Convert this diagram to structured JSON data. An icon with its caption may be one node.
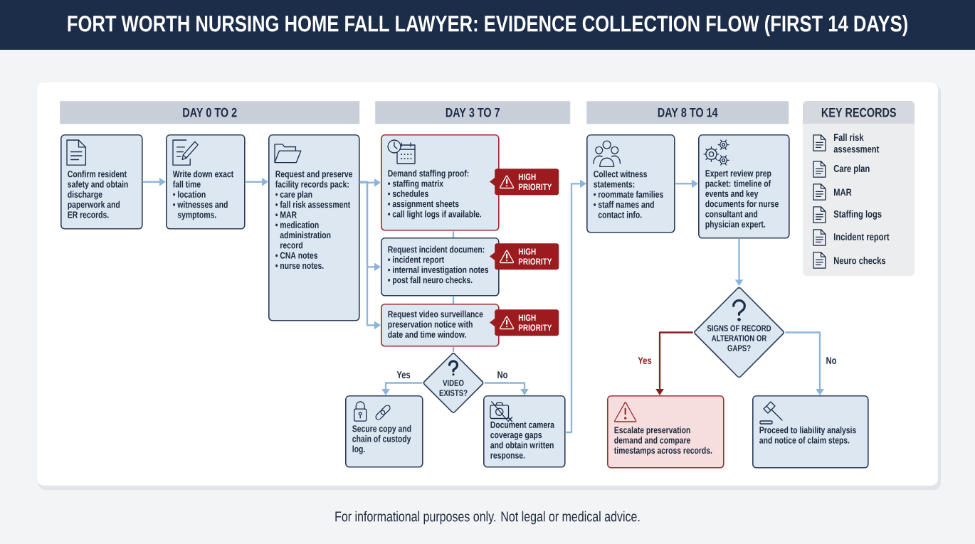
{
  "diagram": {
    "title": "FORT WORTH NURSING HOME FALL LAWYER: EVIDENCE COLLECTION FLOW (FIRST 14 DAYS)",
    "nodes": [
      {
        "text": [
          "DAY 0 TO 2"
        ]
      },
      {
        "text": [
          "DAY 3 TO 7"
        ]
      },
      {
        "text": [
          "DAY 8 TO 14"
        ]
      },
      {
        "text": [
          "KEY RECORDS",
          "Fall risk assessment",
          "Care plan",
          "MAR",
          "Staffing logs",
          "Incident report",
          "Neuro checks"
        ]
      },
      {
        "text": [
          "Confirm resident safety and obtain discharge paperwork and ER records."
        ]
      },
      {
        "text": [
          "Write down exact fall time",
          "• location",
          "• witnesses and symptoms."
        ]
      },
      {
        "text": [
          "Request and preserve facility records pack:",
          "• care plan",
          "• fall risk assessment",
          "• MAR",
          "• medication administration record",
          "• CNA notes",
          "• nurse notes."
        ]
      },
      {
        "text": [
          "Demand staffing proof:",
          "• staffing matrix",
          "• schedules",
          "• assignment sheets",
          "• call light logs if available."
        ]
      },
      {
        "text": [
          "HIGH PRIORITY"
        ]
      },
      {
        "text": [
          "Request incident documen:",
          "• incident report",
          "• internal investigation notes",
          "• post fall neuro checks."
        ]
      },
      {
        "text": [
          "HIGH PRIORITY"
        ]
      },
      {
        "text": [
          "Request video surveillance preservation notice with date and time window."
        ]
      },
      {
        "text": [
          "HIGH PRIORITY"
        ]
      },
      {
        "text": [
          "VIDEO EXISTS?"
        ]
      },
      {
        "text": [
          "Secure copy and chain of custody log."
        ]
      },
      {
        "text": [
          "Document camera coverage gaps and obtain written response."
        ]
      },
      {
        "text": [
          "Collect witness statements:",
          "• roommate families",
          "• staff names and contact info."
        ]
      },
      {
        "text": [
          "Expert review prep packet: timeline of events and key documents for nurse consultant and physician expert."
        ]
      },
      {
        "text": [
          "SIGNS OF RECORD ALTERATION OR GAPS?"
        ]
      },
      {
        "text": [
          "Escalate preservation demand and compare timestamps across records."
        ]
      },
      {
        "text": [
          "Proceed to liability analysis and notice of claim steps."
        ]
      }
    ],
    "edges": [
      {
        "from": 4,
        "to": 5,
        "arrow": "to"
      },
      {
        "from": 5,
        "to": 6,
        "arrow": "to"
      },
      {
        "from": 6,
        "to": 7,
        "arrow": "to"
      },
      {
        "from": 6,
        "to": 9,
        "arrow": "to"
      },
      {
        "from": 6,
        "to": 11,
        "arrow": "to"
      },
      {
        "from": 7,
        "to": 9,
        "arrow": "none"
      },
      {
        "from": 9,
        "to": 11,
        "arrow": "none"
      },
      {
        "from": 11,
        "to": 13,
        "arrow": "none"
      },
      {
        "from": 13,
        "to": 14,
        "arrow": "to",
        "label": "Yes"
      },
      {
        "from": 13,
        "to": 15,
        "arrow": "to",
        "label": "No"
      },
      {
        "from": 15,
        "to": 16,
        "arrow": "to"
      },
      {
        "from": 16,
        "to": 17,
        "arrow": "to"
      },
      {
        "from": 17,
        "to": 18,
        "arrow": "to"
      },
      {
        "from": 18,
        "to": 19,
        "arrow": "to",
        "label": "Yes",
        "color": "#8b1e1e"
      },
      {
        "from": 18,
        "to": 20,
        "arrow": "to",
        "label": "No"
      }
    ],
    "labels": [
      "For informational purposes only. Not legal or medical advice."
    ]
  }
}
